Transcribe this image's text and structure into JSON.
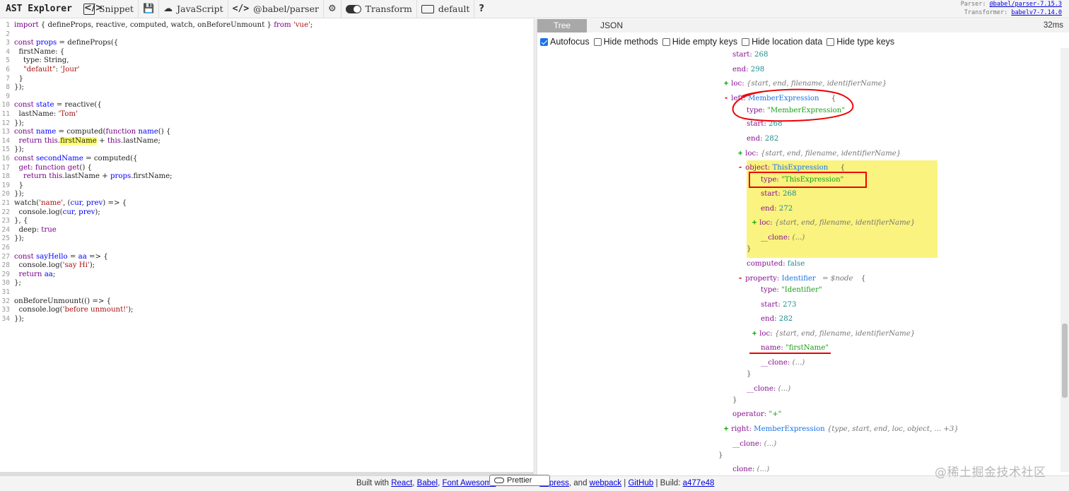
{
  "toolbar": {
    "brand": "AST Explorer",
    "snippet": "Snippet",
    "language": "JavaScript",
    "parser": "@babel/parser",
    "transform": "Transform",
    "default": "default",
    "help": "?"
  },
  "parser_info": {
    "parser_label": "Parser:",
    "parser_link": "@babel/parser-7.15.3",
    "transformer_label": "Transformer:",
    "transformer_link": "babelv7-7.14.0"
  },
  "panel": {
    "tabs": [
      "Tree",
      "JSON"
    ],
    "active_tab": "Tree",
    "parse_time": "32ms"
  },
  "options": [
    {
      "label": "Autofocus",
      "checked": true
    },
    {
      "label": "Hide methods",
      "checked": false
    },
    {
      "label": "Hide empty keys",
      "checked": false
    },
    {
      "label": "Hide location data",
      "checked": false
    },
    {
      "label": "Hide type keys",
      "checked": false
    }
  ],
  "code": [
    "import { defineProps, reactive, computed, watch, onBeforeUnmount } from 'vue';",
    "",
    "const props = defineProps({",
    "  firstName: {",
    "    type: String,",
    "    \"default\": 'Jour'",
    "  }",
    "});",
    "",
    "const state = reactive({",
    "  lastName: 'Tom'",
    "});",
    "const name = computed(function name() {",
    "  return this.firstName + this.lastName;",
    "});",
    "const secondName = computed({",
    "  get: function get() {",
    "    return this.lastName + props.firstName;",
    "  }",
    "});",
    "watch('name', (cur, prev) => {",
    "  console.log(cur, prev);",
    "}, {",
    "  deep: true",
    "});",
    "",
    "const sayHello = aa => {",
    "  console.log('say Hi');",
    "  return aa;",
    "};",
    "",
    "onBeforeUnmount(() => {",
    "  console.log('before unmount!');",
    "});"
  ],
  "tree": {
    "start_268": "start:",
    "n268": "268",
    "end": "end:",
    "n298": "298",
    "loc": "loc:",
    "loc_summary": "{start, end, filename, identifierName}",
    "left_key": "left:",
    "left_type": "MemberExpression",
    "brace_open": "{",
    "type_key": "type:",
    "member_expr_str": "\"MemberExpression\"",
    "n282": "282",
    "object_key": "object:",
    "this_expr": "ThisExpression",
    "this_expr_str": "\"ThisExpression\"",
    "n272": "272",
    "clone_key": "__clone:",
    "clone_val": "(...)",
    "brace_close": "}",
    "computed_key": "computed:",
    "computed_val": "false",
    "property_key": "property:",
    "identifier": "Identifier",
    "node_ref": "= $node",
    "identifier_str": "\"Identifier\"",
    "n273": "273",
    "name_key": "name:",
    "name_val": "\"firstName\"",
    "operator_key": "operator:",
    "operator_val": "\"+\"",
    "right_key": "right:",
    "right_summary": "{type, start, end, loc, object, ... +3}",
    "clone_bottom": "__clone:",
    "clone_bottom_val": "(...)"
  },
  "footer": {
    "built_with": "Built with",
    "react": "React",
    "babel": "Babel",
    "font_awesome": "Font Awesome",
    "express": "Express",
    "and": ", and",
    "webpack": "webpack",
    "github": "GitHub",
    "build_label": "| Build:",
    "build_hash": "a477e48",
    "prettier": "Prettier"
  },
  "watermark": "@稀土掘金技术社区",
  "colors": {
    "tab_active": "#a8a8a8",
    "highlight_yellow": "#faf37f",
    "annotation_red": "#e00000",
    "link_blue": "#0000dd"
  }
}
